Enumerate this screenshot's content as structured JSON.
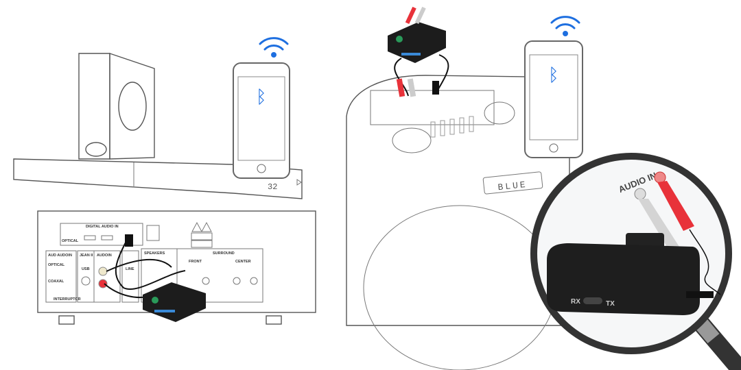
{
  "soundbar": {
    "display": "32"
  },
  "receiver": {
    "digital_audio_in": "DIGITAL AUDIO IN",
    "optical_top": "OPTICAL",
    "aud_audoin": "AUD AUDOIN",
    "optical": "OPTICAL",
    "coaxial": "COAXAL",
    "interruptor": "INTERRUPTOR",
    "jean": "JEAN II",
    "usb": "USB",
    "audoin": "AUDOIN",
    "line": "LINE",
    "speakers": "SPEAKERS",
    "surround": "SURROUND",
    "front": "FRONT",
    "center": "CENTER"
  },
  "party_speaker": {
    "display": "BLUE"
  },
  "magnifier": {
    "audio_in": "AUDIO IN",
    "rx": "RX",
    "tx": "TX"
  },
  "colors": {
    "bluetooth": "#1e6fe0",
    "rca_red": "#e8323a",
    "device": "#1c1c1c"
  },
  "icons": [
    "wifi-icon",
    "bluetooth-icon"
  ]
}
